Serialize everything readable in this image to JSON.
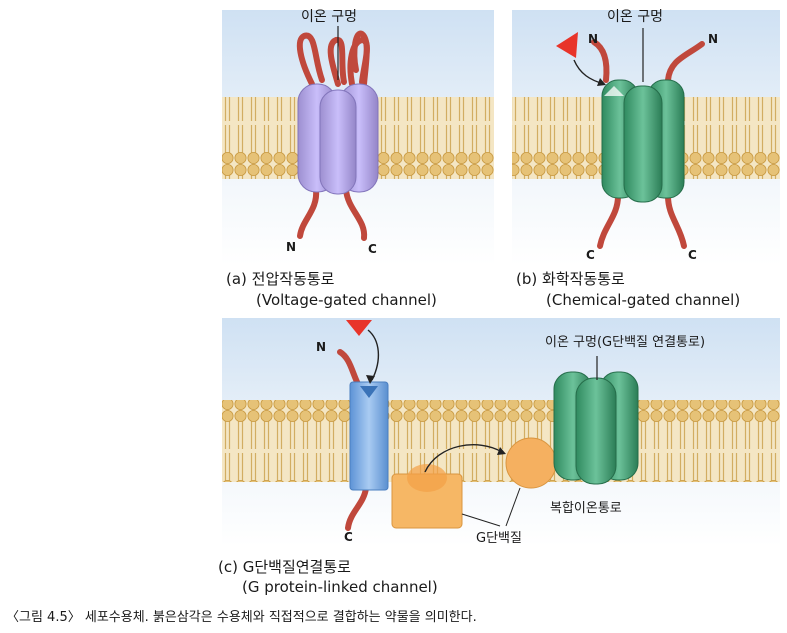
{
  "panels": {
    "a": {
      "pore_label": "이온 구멍",
      "n_label": "N",
      "c_label": "C",
      "title_ko": "(a) 전압작동통로",
      "title_en": "(Voltage-gated channel)",
      "channel_color": "#b4a6db"
    },
    "b": {
      "pore_label": "이온 구멍",
      "n_left": "N",
      "n_right": "N",
      "c_left": "C",
      "c_right": "C",
      "title_ko": "(b) 화학작동통로",
      "title_en": "(Chemical-gated channel)",
      "channel_color": "#4fa77d",
      "ligand_color": "#e8342a"
    },
    "c": {
      "n_label": "N",
      "c_label": "C",
      "pore_label": "이온 구멍(G단백질 연결통로)",
      "complex_label": "복합이온통로",
      "gprotein_label": "G단백질",
      "title_ko": "(c) G단백질연결통로",
      "title_en": "(G protein-linked channel)",
      "receptor_color": "#7fb0e6",
      "gprotein_color": "#f5b060",
      "channel_color": "#4fa77d"
    }
  },
  "colors": {
    "membrane_head": "#e9c87a",
    "membrane_tail": "#f0ddb0",
    "tail_line": "#cda659",
    "background_top": "#cfe1f3",
    "protein_tail": "#c0483c"
  },
  "caption": "〈그림 4.5〉 세포수용체. 붉은삼각은 수용체와 직접적으로 결합하는 약물을 의미한다."
}
